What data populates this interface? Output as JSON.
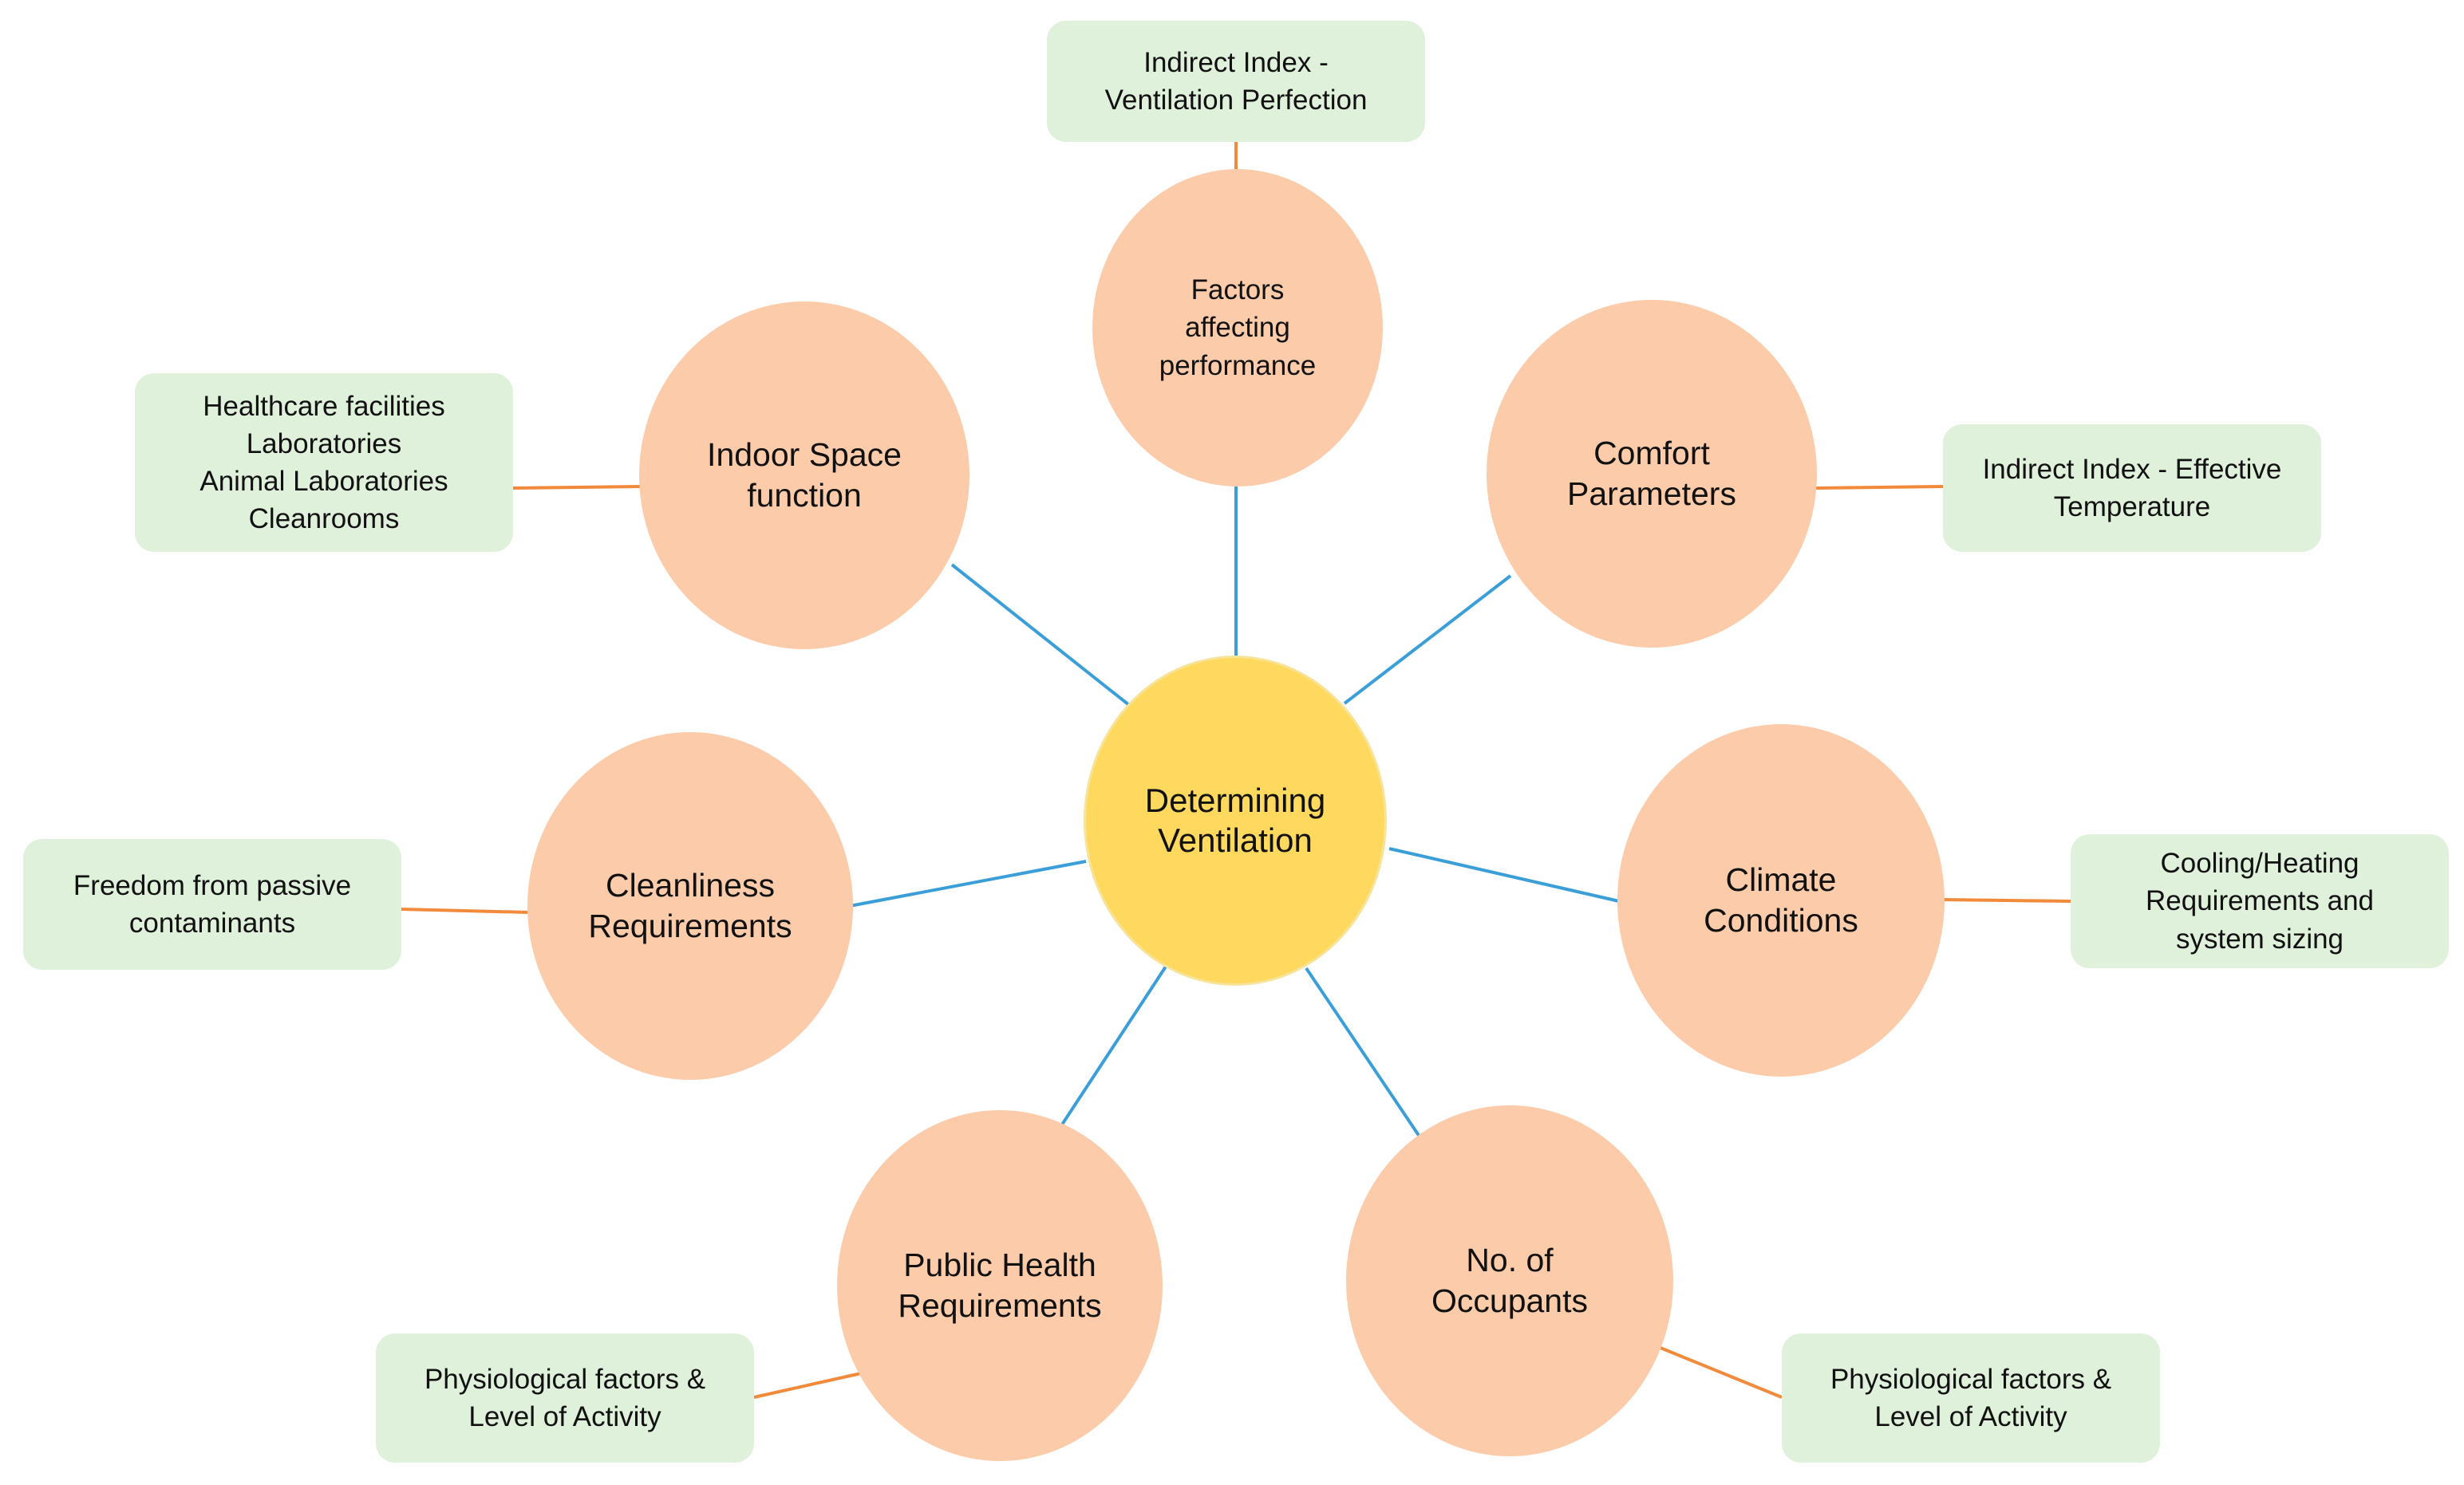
{
  "center": {
    "label": "Determining\nVentilation"
  },
  "factors": [
    {
      "label": "Factors\naffecting\nperformance",
      "detail": "Indirect Index -\nVentilation Perfection"
    },
    {
      "label": "Indoor Space\nfunction",
      "detail": "Healthcare facilities\nLaboratories\nAnimal Laboratories\nCleanrooms"
    },
    {
      "label": "Comfort\nParameters",
      "detail": "Indirect Index - Effective\nTemperature"
    },
    {
      "label": "Cleanliness\nRequirements",
      "detail": "Freedom from passive\ncontaminants"
    },
    {
      "label": "Climate\nConditions",
      "detail": "Cooling/Heating\nRequirements and\nsystem sizing"
    },
    {
      "label": "Public Health\nRequirements",
      "detail": "Physiological factors &\nLevel of Activity"
    },
    {
      "label": "No. of\nOccupants",
      "detail": "Physiological factors &\nLevel of Activity"
    }
  ],
  "colors": {
    "center_fill": "#ffd85e",
    "factor_fill": "#fccbaa",
    "detail_fill": "#dff0db",
    "inner_connector": "#3a9fd8",
    "outer_connector": "#f28a3c"
  }
}
